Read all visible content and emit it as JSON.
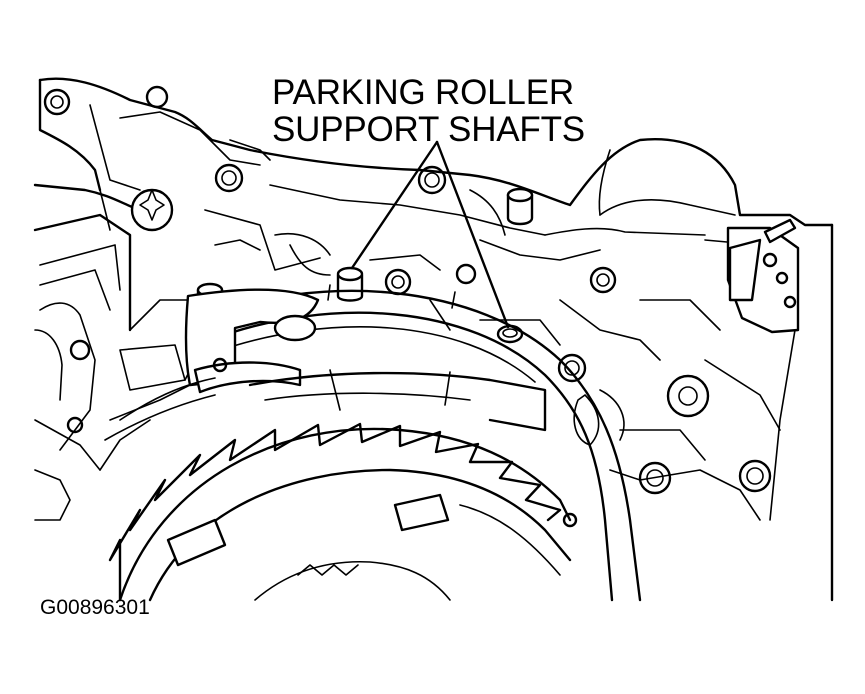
{
  "figure": {
    "callout_line1": "PARKING ROLLER",
    "callout_line2": "SUPPORT SHAFTS",
    "figure_id": "G00896301"
  },
  "style": {
    "ink": "#000000",
    "paper": "#ffffff"
  }
}
